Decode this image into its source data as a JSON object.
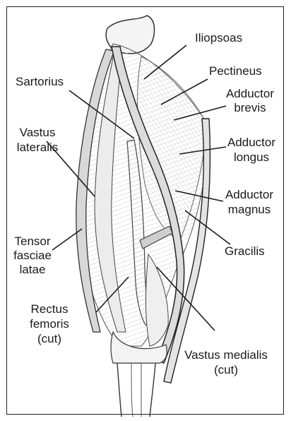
{
  "labels": {
    "iliopsoas": "Iliopsoas",
    "pectineus": "Pectineus",
    "sartorius": "Sartorius",
    "adductor_brevis_1": "Adductor",
    "adductor_brevis_2": "brevis",
    "vastus_lateralis_1": "Vastus",
    "vastus_lateralis_2": "lateralis",
    "adductor_longus_1": "Adductor",
    "adductor_longus_2": "longus",
    "adductor_magnus_1": "Adductor",
    "adductor_magnus_2": "magnus",
    "tensor_1": "Tensor",
    "tensor_2": "fasciae",
    "tensor_3": "latae",
    "gracilis": "Gracilis",
    "rectus_1": "Rectus",
    "rectus_2": "femoris",
    "rectus_3": "(cut)",
    "vastus_medialis_1": "Vastus medialis",
    "vastus_medialis_2": "(cut)"
  },
  "colors": {
    "ink": "#1a1a1a",
    "muscle_fill": "#e9e9e9",
    "muscle_dark": "#9a9a9a",
    "background": "#ffffff"
  }
}
